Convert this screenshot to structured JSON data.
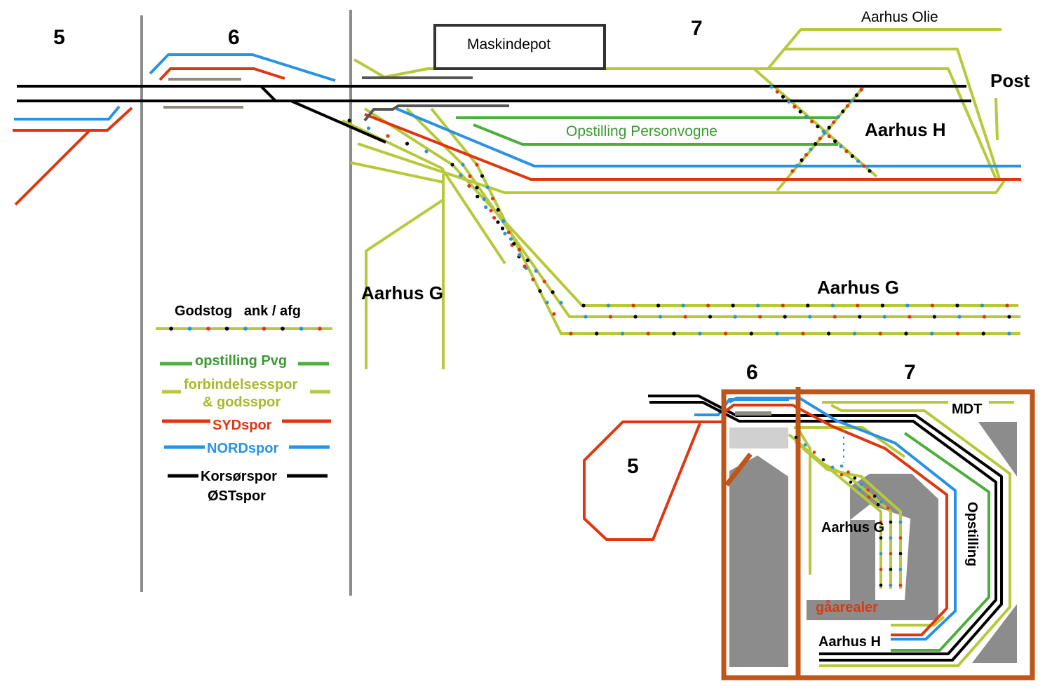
{
  "colors": {
    "black": "#000000",
    "red": "#e0360f",
    "blue": "#2a92e2",
    "green": "#4caf3c",
    "olive": "#b7c93a",
    "gray": "#8c8c8c",
    "dark_gray": "#555555",
    "brown_gray": "#8f8a7e",
    "frame": "#c0551a"
  },
  "sections": {
    "s5": "5",
    "s6": "6",
    "s7": "7"
  },
  "labels": {
    "maskindepot": "Maskindepot",
    "aarhus_olie": "Aarhus Olie",
    "post": "Post",
    "aarhus_h": "Aarhus H",
    "opstilling_personvogne": "Opstilling Personvogne",
    "aarhus_g_left": "Aarhus G",
    "aarhus_g_right": "Aarhus G"
  },
  "legend": {
    "godstog": "Godstog   ank / afg",
    "opstilling_pvg": "opstilling Pvg",
    "forbindelsesspor_1": "forbindelsesspor",
    "forbindelsesspor_2": "& godsspor",
    "sydspor": "SYDspor",
    "nordspor": "NORDspor",
    "korsorspor": "Korsørspor",
    "ostspor": "ØSTspor"
  },
  "inset": {
    "s5": "5",
    "s6": "6",
    "s7": "7",
    "mdt": "MDT",
    "aarhus_g": "Aarhus G",
    "opstilling": "Opstilling",
    "gaarealer": "gåarealer",
    "aarhus_h": "Aarhus H"
  }
}
